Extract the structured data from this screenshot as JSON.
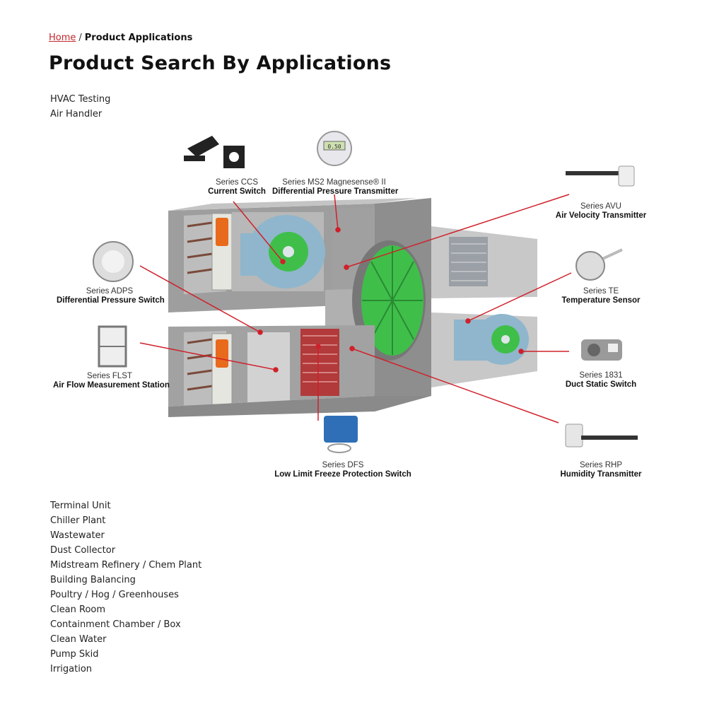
{
  "breadcrumb": {
    "home": "Home",
    "separator": "/",
    "current": "Product Applications"
  },
  "page": {
    "title": "Product Search By Applications"
  },
  "applications_top": [
    "HVAC Testing",
    "Air Handler"
  ],
  "applications_bottom": [
    "Terminal Unit",
    "Chiller Plant",
    "Wastewater",
    "Dust Collector",
    "Midstream Refinery / Chem Plant",
    "Building Balancing",
    "Poultry / Hog / Greenhouses",
    "Clean Room",
    "Containment Chamber / Box",
    "Clean Water",
    "Pump Skid",
    "Irrigation"
  ],
  "callouts": {
    "ccs": {
      "series": "Series CCS",
      "name": "Current Switch"
    },
    "ms2": {
      "series": "Series MS2 Magnesense® II",
      "name": "Differential Pressure Transmitter"
    },
    "avu": {
      "series": "Series AVU",
      "name": "Air Velocity Transmitter"
    },
    "adps": {
      "series": "Series ADPS",
      "name": "Differential Pressure Switch"
    },
    "te": {
      "series": "Series TE",
      "name": "Temperature Sensor"
    },
    "flst": {
      "series": "Series FLST",
      "name": "Air Flow Measurement Station"
    },
    "s1831": {
      "series": "Series 1831",
      "name": "Duct Static Switch"
    },
    "dfs": {
      "series": "Series DFS",
      "name": "Low Limit Freeze Protection Switch"
    },
    "rhp": {
      "series": "Series RHP",
      "name": "Humidity Transmitter"
    }
  },
  "gauge_readout": "0.50",
  "colors": {
    "link": "#c0282d",
    "leader_line": "#d0202a",
    "duct": "#a8a8a8",
    "fan_green": "#3fbf4a",
    "fan_housing": "#8fb6cc",
    "actuator": "#e86a1c",
    "coil": "#b23a3a"
  }
}
